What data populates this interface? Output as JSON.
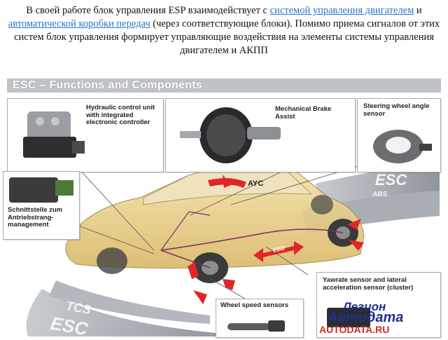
{
  "intro": {
    "text_1": "В своей работе блок управления ESP взаимодействует с ",
    "link_engine": "системой управления двигателем",
    "text_2": " и ",
    "link_gearbox": "автоматической коробки передач",
    "text_3": " (через соответствующие блоки). Помимо приема сигналов от этих систем блок управления формирует управляющие воздействия на элементы системы управления двигателем и АКПП"
  },
  "figure": {
    "title": "ESC – Functions and Components",
    "labels": {
      "hydraulic": "Hydraulic control unit with integrated electronic controller",
      "brake_assist": "Mechanical Brake Assist",
      "steering": "Steering wheel angle sensor",
      "schnittstelle": "Schnittstelle zum Antriebstrang-management",
      "ayc": "AYC",
      "esc_right": "ESC",
      "abs": "ABS",
      "ebd": "EBD",
      "yawrate": "Yawrate sensor and lateral acceleration sensor (cluster)",
      "wheel_speed": "Wheel speed sensors",
      "tcs": "TCS",
      "esc_bottom": "ESC"
    },
    "watermark": {
      "line1": "Легион",
      "line2": "Автодата",
      "line3": "AUTODATA.RU"
    },
    "colors": {
      "arrow_red": "#e0262a",
      "car_body": "#e9cf86",
      "banner": "#bfc3c8",
      "link": "#2a76c6"
    }
  }
}
